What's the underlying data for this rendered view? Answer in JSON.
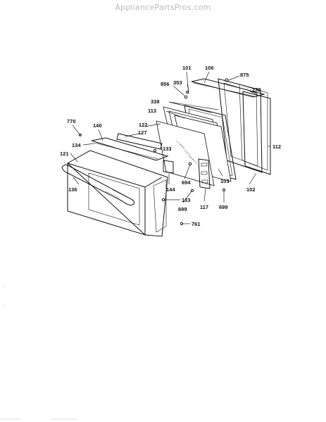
{
  "watermark": "AppliancePartsPros.com",
  "callouts": {
    "c101": "101",
    "c106": "106",
    "c875": "875",
    "c856": "856",
    "c353": "353",
    "c132": "132",
    "c338": "338",
    "c113": "113",
    "c770": "770",
    "c140": "140",
    "c122": "122",
    "c127": "127",
    "c134": "134",
    "c133a": "133",
    "c112": "112",
    "c121": "121",
    "c694": "694",
    "c103": "103",
    "c144": "144",
    "c102": "102",
    "c136": "136",
    "c133b": "133",
    "c699a": "699",
    "c117": "117",
    "c699b": "699",
    "c761": "761"
  }
}
